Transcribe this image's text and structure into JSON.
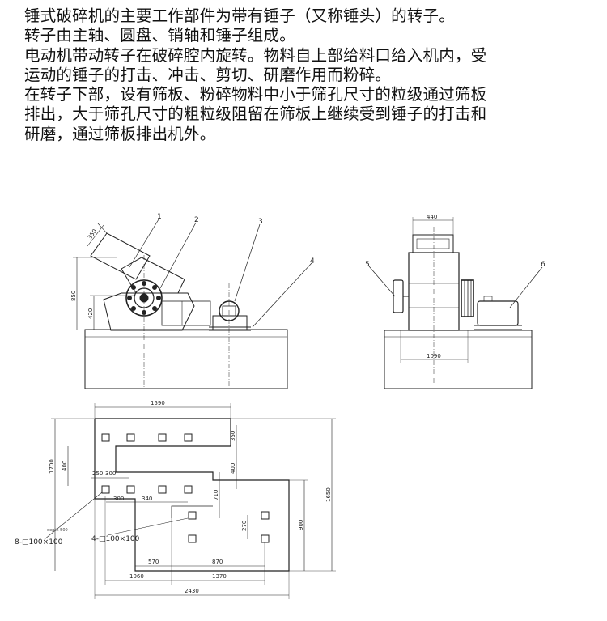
{
  "description": {
    "lines": [
      "锤式破碎机的主要工作部件为带有锤子（又称锤头）的转子。",
      "转子由主轴、圆盘、销轴和锤子组成。",
      "电动机带动转子在破碎腔内旋转。物料自上部给料口给入机内，受",
      "运动的锤子的打击、冲击、剪切、研磨作用而粉碎。",
      "在转子下部，设有筛板、粉碎物料中小于筛孔尺寸的粒级通过筛板",
      "排出，大于筛孔尺寸的粗粒级阻留在筛板上继续受到锤子的打击和",
      "研磨，通过筛板排出机外。"
    ]
  },
  "side_view": {
    "part_numbers": [
      "1",
      "2",
      "3",
      "4"
    ],
    "dims": {
      "inlet": "350",
      "height": "850",
      "shaft": "420"
    }
  },
  "front_view": {
    "part_numbers": [
      "5",
      "6"
    ],
    "dims": {
      "top": "440",
      "base": "1090"
    }
  },
  "foundation_plan": {
    "dims": {
      "top_width": "1590",
      "left_height": "1700",
      "right_height": "1650",
      "d350": "350",
      "d400": "400",
      "d250": "250",
      "d300a": "300",
      "d300b": "300",
      "d340": "340",
      "d710": "710",
      "d900": "900",
      "d270": "270",
      "d570": "570",
      "d870": "870",
      "d1060": "1060",
      "d1370": "1370",
      "d2430": "2430"
    },
    "notes": {
      "depth": "depth 500",
      "holes_8": "8-□100×100",
      "holes_4": "4-□100×100"
    }
  }
}
